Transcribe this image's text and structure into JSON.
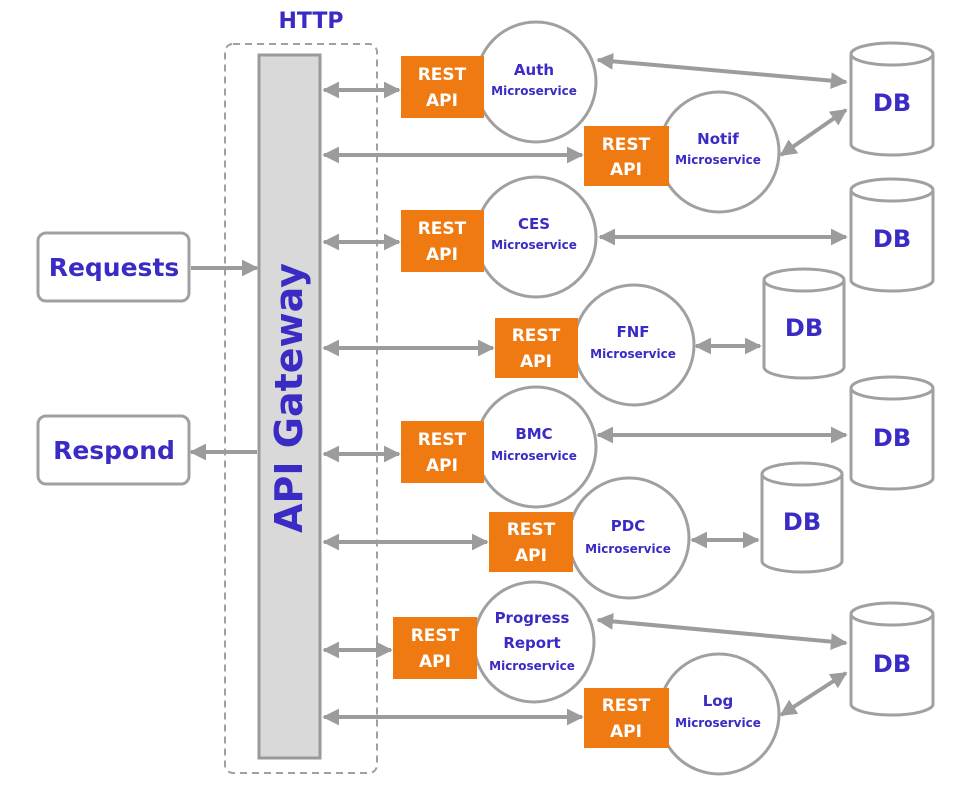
{
  "header": {
    "protocol": "HTTP"
  },
  "gateway": {
    "label": "API Gateway"
  },
  "client": {
    "requests": "Requests",
    "respond": "Respond"
  },
  "rest_label": {
    "line1": "REST",
    "line2": "API"
  },
  "db_label": "DB",
  "services": [
    {
      "name": "Auth",
      "sub": "Microservice"
    },
    {
      "name": "Notif",
      "sub": "Microservice"
    },
    {
      "name": "CES",
      "sub": "Microservice"
    },
    {
      "name": "FNF",
      "sub": "Microservice"
    },
    {
      "name": "BMC",
      "sub": "Microservice"
    },
    {
      "name": "PDC",
      "sub": "Microservice"
    },
    {
      "name_line1": "Progress",
      "name_line2": "Report",
      "sub": "Microservice"
    },
    {
      "name": "Log",
      "sub": "Microservice"
    }
  ],
  "colors": {
    "label_text": "#3a2bc4",
    "rest_fill": "#f07a12",
    "arrow": "#9c9c9c",
    "border": "#a0a0a0",
    "gateway_fill": "#d9d9d9"
  }
}
